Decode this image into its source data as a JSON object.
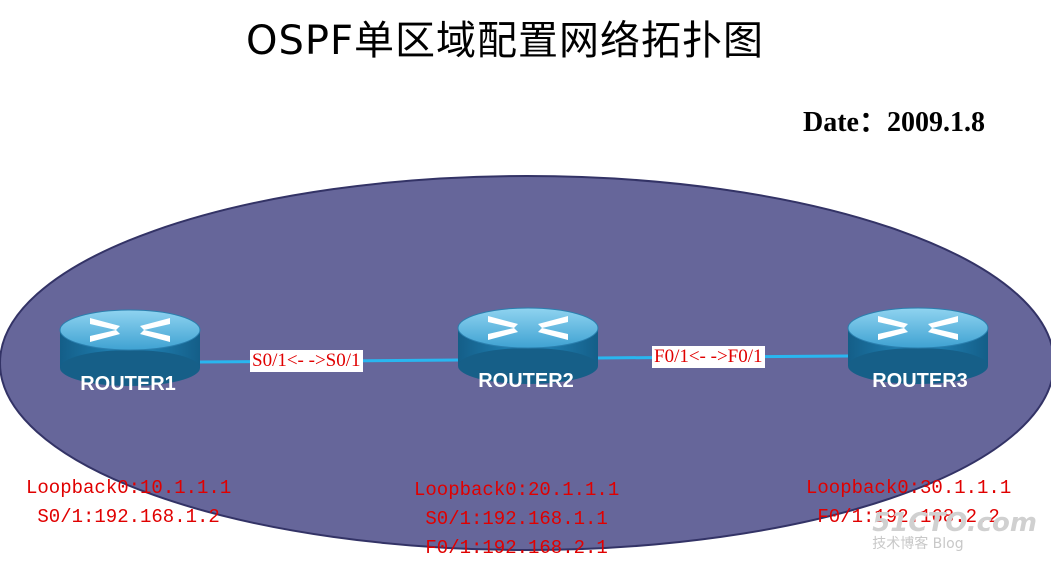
{
  "title": "OSPF单区域配置网络拓扑图",
  "date": "Date：2009.1.8",
  "colors": {
    "area": "#66669a",
    "link": "#29b6f0",
    "router_body": "#1e7fb0",
    "router_top": "#5fb9e0",
    "label_red": "#e00000"
  },
  "routers": [
    {
      "name": "ROUTER1",
      "icon": "router-icon"
    },
    {
      "name": "ROUTER2",
      "icon": "router-icon"
    },
    {
      "name": "ROUTER3",
      "icon": "router-icon"
    }
  ],
  "links": [
    {
      "label": "S0/1<- ->S0/1"
    },
    {
      "label": "F0/1<- ->F0/1"
    }
  ],
  "interfaces": [
    {
      "lines": [
        "Loopback0:10.1.1.1",
        "S0/1:192.168.1.2"
      ]
    },
    {
      "lines": [
        "Loopback0:20.1.1.1",
        "S0/1:192.168.1.1",
        "F0/1:192.168.2.1"
      ]
    },
    {
      "lines": [
        "Loopback0:30.1.1.1",
        "F0/1:192.168.2.2"
      ]
    }
  ],
  "watermark": {
    "brand": "51CTO.com",
    "sub": "技术博客 Blog"
  }
}
